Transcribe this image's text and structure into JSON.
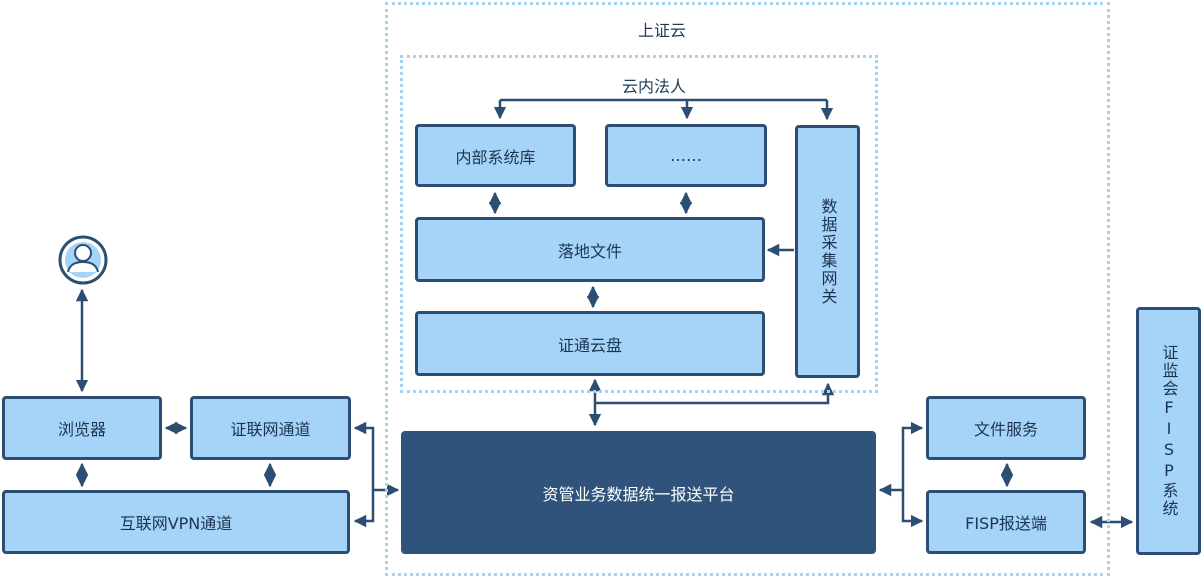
{
  "zones": {
    "cloud": "上证云",
    "inner": "云内法人"
  },
  "nodes": {
    "internal_db": "内部系统库",
    "ellipsis": "……",
    "data_gateway": "数据采集网关",
    "landing_file": "落地文件",
    "cloud_disk": "证通云盘",
    "platform": "资管业务数据统一报送平台",
    "browser": "浏览器",
    "zhenglian": "证联网通道",
    "vpn": "互联网VPN通道",
    "file_service": "文件服务",
    "fisp_client": "FISP报送端",
    "csrc_fisp": "证监会FISP系统"
  },
  "icons": {
    "user": "user-icon"
  },
  "colors": {
    "box_fill": "#a6d3f8",
    "box_border": "#2c4e72",
    "platform_fill": "#2f537a",
    "zone_border": "#a8d3ef",
    "arrow": "#2c4e72"
  }
}
